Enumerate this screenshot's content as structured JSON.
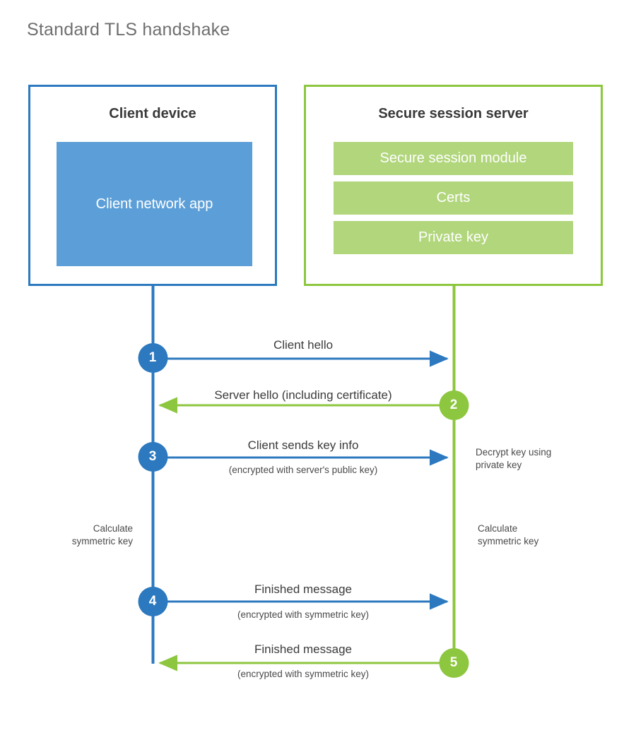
{
  "title": "Standard TLS handshake",
  "colors": {
    "client_border": "#2c79bf",
    "client_fill": "#5c9fd8",
    "server_border": "#8dc63f",
    "server_fill": "#b1d67c",
    "client_line": "#2c79bf",
    "server_line": "#8dc63f",
    "text_dark": "#39393b",
    "text_body": "#3b3b3d",
    "title_gray": "#6f6f6f"
  },
  "client": {
    "title": "Client device",
    "app_label": "Client network app"
  },
  "server": {
    "title": "Secure session server",
    "blocks": [
      {
        "label": "Secure session module"
      },
      {
        "label": "Certs"
      },
      {
        "label": "Private key"
      }
    ]
  },
  "steps": [
    {
      "number": "1",
      "label": "Client hello",
      "sublabel": "",
      "direction": "client-to-server",
      "actor": "client"
    },
    {
      "number": "2",
      "label": "Server hello (including certificate)",
      "sublabel": "",
      "direction": "server-to-client",
      "actor": "server"
    },
    {
      "number": "3",
      "label": "Client sends key info",
      "sublabel": "(encrypted with server's public key)",
      "direction": "client-to-server",
      "actor": "client"
    },
    {
      "number": "4",
      "label": "Finished message",
      "sublabel": "(encrypted with symmetric key)",
      "direction": "client-to-server",
      "actor": "client"
    },
    {
      "number": "5",
      "label": "Finished message",
      "sublabel": "(encrypted with symmetric key)",
      "direction": "server-to-client",
      "actor": "server"
    }
  ],
  "notes": {
    "decrypt_key": "Decrypt key using\nprivate key",
    "calc_key_client": "Calculate\nsymmetric key",
    "calc_key_server": "Calculate\nsymmetric key"
  }
}
